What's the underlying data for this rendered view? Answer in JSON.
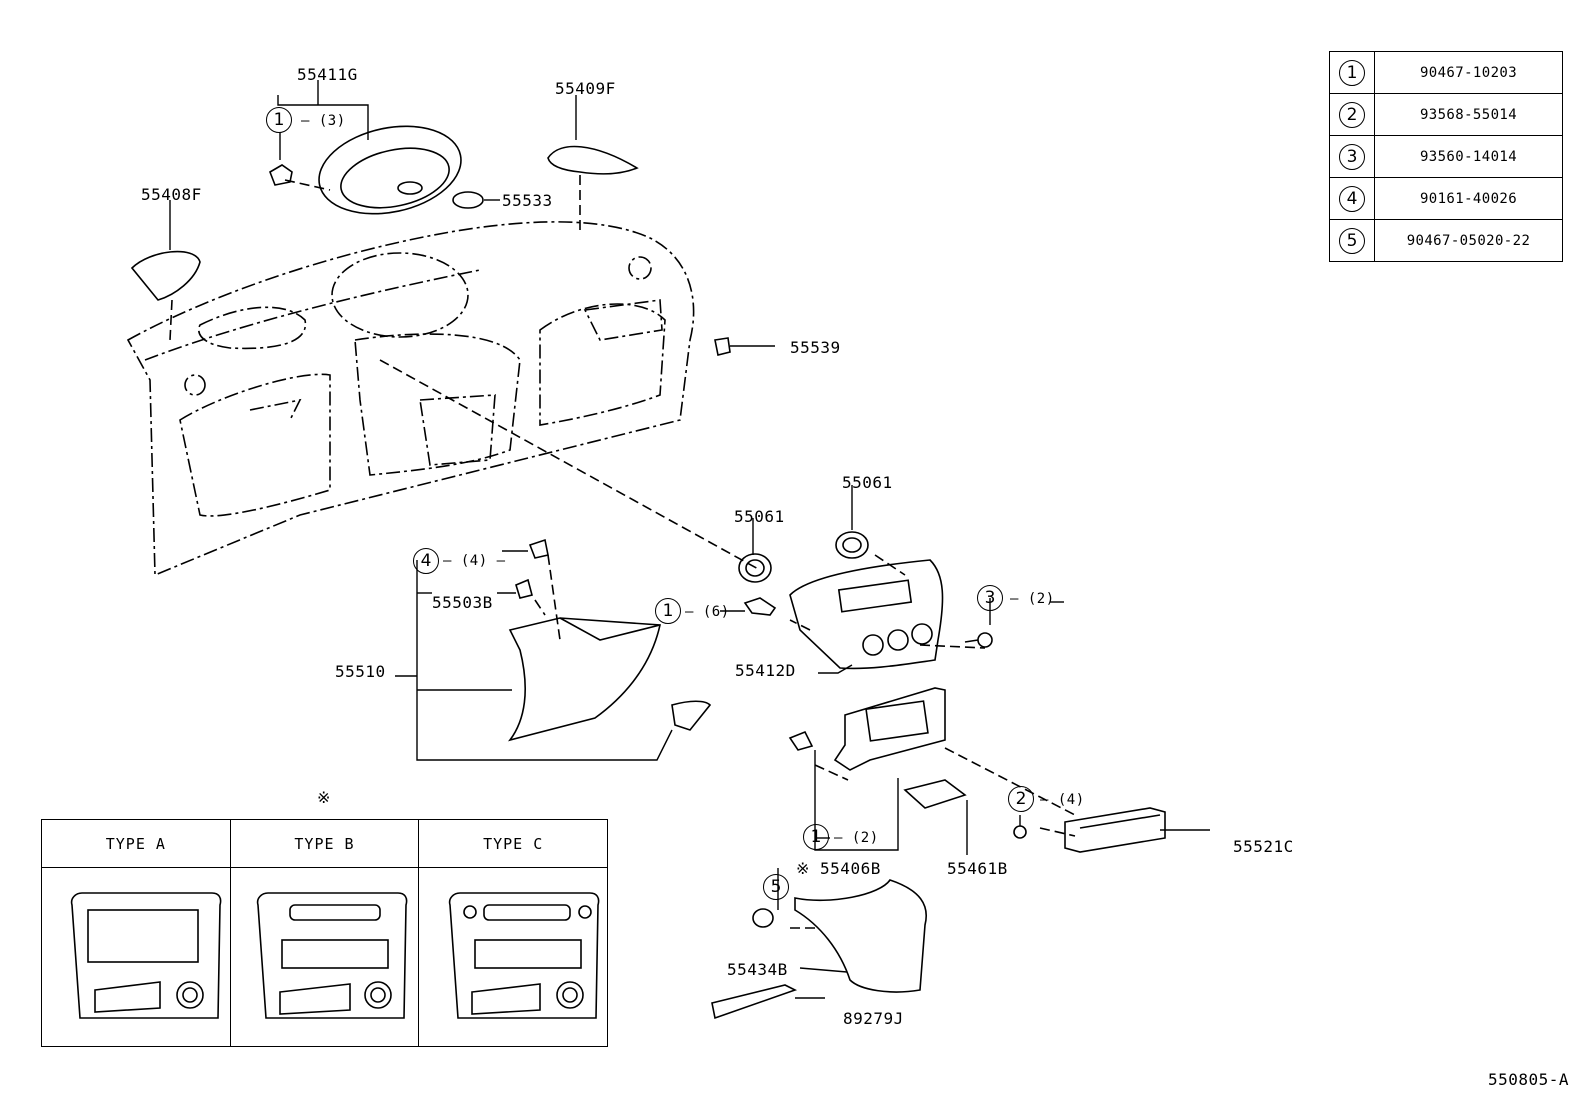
{
  "labels": {
    "p55411G": "55411G",
    "p55409F": "55409F",
    "p55408F": "55408F",
    "p55533": "55533",
    "p55539": "55539",
    "p55061a": "55061",
    "p55061b": "55061",
    "p55503B": "55503B",
    "p55510": "55510",
    "p55412D": "55412D",
    "p55406B": "※ 55406B",
    "p55461B": "55461B",
    "p55521C": "55521C",
    "p55434B": "55434B",
    "p89279J": "89279J",
    "type_marker": "※",
    "figure_code": "550805-A"
  },
  "callouts": [
    {
      "num": "1",
      "qty": "(3)"
    },
    {
      "num": "4",
      "qty": "(4)"
    },
    {
      "num": "1",
      "qty": "(6)"
    },
    {
      "num": "3",
      "qty": "(2)"
    },
    {
      "num": "2",
      "qty": "(4)"
    },
    {
      "num": "1",
      "qty": "(2)"
    },
    {
      "num": "5",
      "qty": ""
    }
  ],
  "legend": [
    {
      "num": "1",
      "part": "90467-10203"
    },
    {
      "num": "2",
      "part": "93568-55014"
    },
    {
      "num": "3",
      "part": "93560-14014"
    },
    {
      "num": "4",
      "part": "90161-40026"
    },
    {
      "num": "5",
      "part": "90467-05020-22"
    }
  ],
  "types": [
    {
      "label": "TYPE A"
    },
    {
      "label": "TYPE B"
    },
    {
      "label": "TYPE C"
    }
  ]
}
